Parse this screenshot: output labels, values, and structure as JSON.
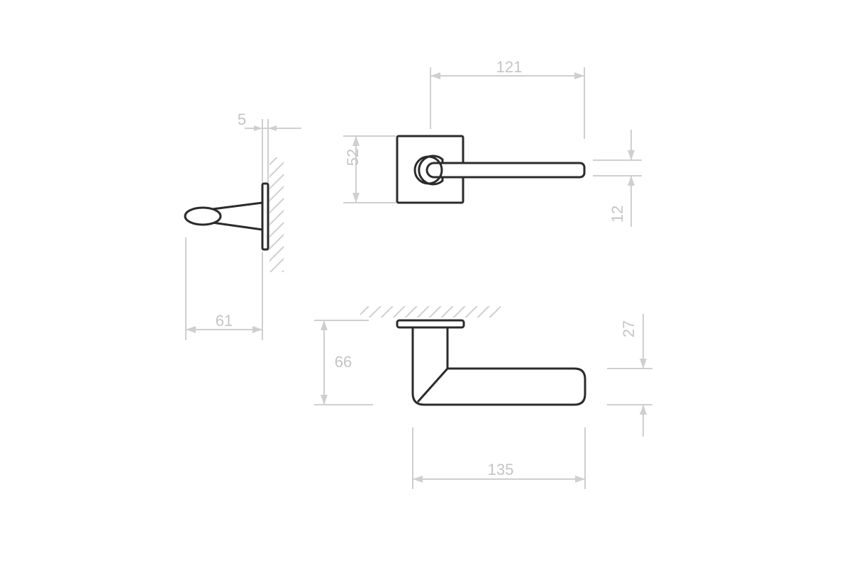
{
  "dimensions": {
    "plate_thickness": "5",
    "projection": "61",
    "handle_length": "121",
    "rosette_size": "52",
    "lever_width": "12",
    "lever_height": "27",
    "lever_projection": "66",
    "lever_total_length": "135"
  },
  "colors": {
    "line": "#2b2b2b",
    "dimension": "#cfcfcf",
    "background": "#ffffff"
  }
}
